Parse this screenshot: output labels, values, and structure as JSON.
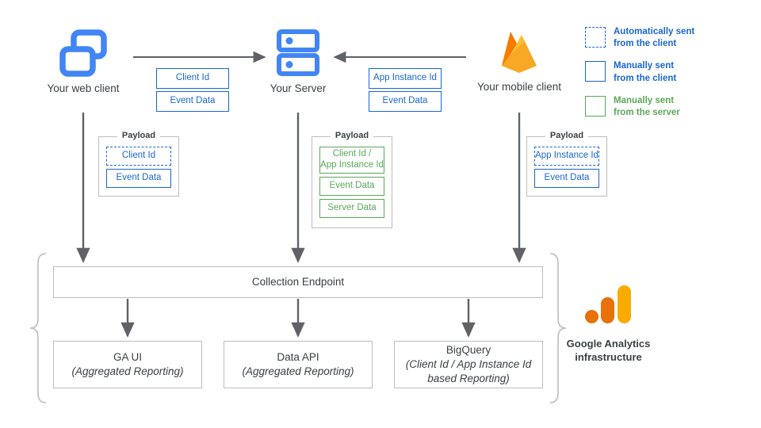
{
  "nodes": {
    "web_client": {
      "label": "Your web client",
      "icon": "web-windows-icon"
    },
    "server": {
      "label": "Your Server",
      "icon": "server-rack-icon"
    },
    "mobile_client": {
      "label": "Your mobile client",
      "icon": "firebase-flame-icon"
    }
  },
  "transfers": {
    "web_to_server": {
      "items": [
        "Client Id",
        "Event Data"
      ]
    },
    "mobile_to_server": {
      "items": [
        "App Instance Id",
        "Event Data"
      ]
    }
  },
  "payloads": [
    {
      "title": "Payload",
      "items": [
        {
          "label": "Client Id",
          "style": "dashed-blue"
        },
        {
          "label": "Event Data",
          "style": "solid-blue"
        }
      ]
    },
    {
      "title": "Payload",
      "items": [
        {
          "label": "Client Id /\nApp Instance Id",
          "style": "solid-green"
        },
        {
          "label": "Event Data",
          "style": "solid-green"
        },
        {
          "label": "Server Data",
          "style": "solid-green"
        }
      ]
    },
    {
      "title": "Payload",
      "items": [
        {
          "label": "App Instance Id",
          "style": "dashed-blue"
        },
        {
          "label": "Event Data",
          "style": "solid-blue"
        }
      ]
    }
  ],
  "infrastructure": {
    "collection_endpoint": "Collection Endpoint",
    "outputs": [
      {
        "title": "GA UI",
        "subtitle": "(Aggregated Reporting)"
      },
      {
        "title": "Data API",
        "subtitle": "(Aggregated Reporting)"
      },
      {
        "title": "BigQuery",
        "subtitle": "(Client Id / App Instance Id\nbased Reporting)"
      }
    ],
    "brand_label": "Google Analytics\ninfrastructure",
    "brand_icon": "google-analytics-logo"
  },
  "legend": [
    {
      "swatch": "dashed-blue",
      "text": "Automatically sent\nfrom the client"
    },
    {
      "swatch": "solid-blue",
      "text": "Manually sent\nfrom the client"
    },
    {
      "swatch": "solid-green",
      "text": "Manually sent\nfrom the server"
    }
  ],
  "colors": {
    "blue": "#1967d2",
    "icon_blue": "#4285f4",
    "green": "#5ba75b",
    "grey_border": "#bdbdbd",
    "arrow": "#5f6368",
    "text": "#3c4043",
    "ga_orange": "#e8710a",
    "ga_amber": "#f9ab00"
  }
}
